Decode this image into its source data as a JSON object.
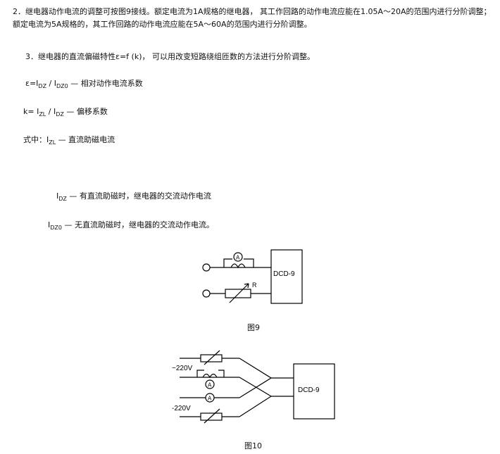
{
  "paragraphs": {
    "p2": "2．继电器动作电流的调整可按图9接线。额定电流为1A规格的继电器， 其工作回路的动作电流应能在1.05A～20A的范围内进行分阶调整；额定电流为5A规格的，其工作回路的动作电流应能在5A～60A的范围内进行分阶调整。",
    "p3": "3．继电器的直流偏磁特性ε=f (k)， 可以用改变短路绕组匝数的方法进行分阶调整。"
  },
  "formulas": {
    "eps_prefix": "ε=I",
    "eps_sub1": "DZ",
    "eps_slash": " / I",
    "eps_sub2": "DZ0",
    "eps_desc": " — 相对动作电流系数",
    "k_prefix": "k= I",
    "k_sub1": "ZL",
    "k_slash": " / I",
    "k_sub2": "DZ",
    "k_desc": " — 偏移系数",
    "note_prefix": "式中：I",
    "note_sub": "ZL",
    "note_desc": " — 直流助磁电流",
    "idz_prefix": "I",
    "idz_sub": "DZ",
    "idz_desc": " — 有直流助磁时，继电器的交流动作电流",
    "idz0_prefix": "I",
    "idz0_sub": "DZ0",
    "idz0_desc": " — 无直流助磁时，继电器的交流动作电流。"
  },
  "figure9": {
    "device_label": "DCD-9",
    "ammeter_label": "A",
    "resistor_label": "R",
    "caption": "图9"
  },
  "figure10": {
    "device_label": "DCD-9",
    "ac_label": "~220V",
    "dc_label": "-220V",
    "ammeter_label": "A",
    "caption": "图10"
  }
}
